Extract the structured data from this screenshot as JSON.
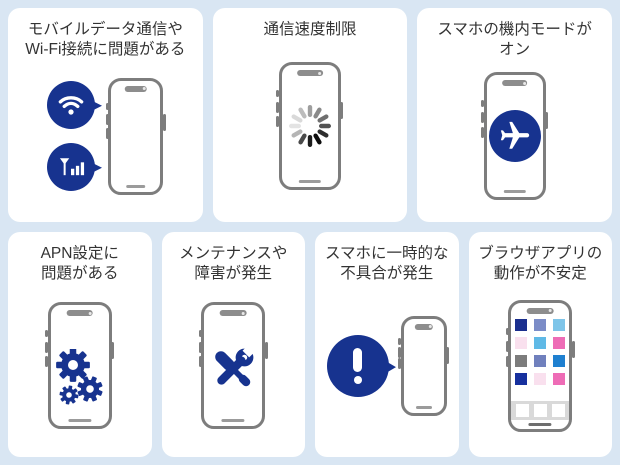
{
  "page": {
    "background": "#d9e6f3",
    "panel_background": "#ffffff"
  },
  "colors": {
    "navy": "#17338f",
    "phone_frame": "#7d7d7d",
    "title_text": "#333333",
    "dock_gray": "#d9d9d9"
  },
  "panels": [
    {
      "id": "mobile-data-wifi",
      "title_lines": [
        "モバイルデータ通信や",
        "Wi-Fi接続に問題がある"
      ],
      "icons": [
        "wifi-icon",
        "cellular-signal-icon",
        "smartphone"
      ]
    },
    {
      "id": "speed-limit",
      "title_lines": [
        "通信速度制限"
      ],
      "icons": [
        "loading-spinner-icon",
        "smartphone"
      ]
    },
    {
      "id": "airplane-mode",
      "title_lines": [
        "スマホの機内モードが",
        "オン"
      ],
      "icons": [
        "airplane-icon",
        "smartphone"
      ]
    },
    {
      "id": "apn-settings",
      "title_lines": [
        "APN設定に",
        "問題がある"
      ],
      "icons": [
        "gears-icon",
        "smartphone"
      ]
    },
    {
      "id": "maintenance",
      "title_lines": [
        "メンテナンスや",
        "障害が発生"
      ],
      "icons": [
        "tools-icon",
        "smartphone"
      ]
    },
    {
      "id": "temporary-glitch",
      "title_lines": [
        "スマホに一時的な",
        "不具合が発生"
      ],
      "icons": [
        "exclamation-icon",
        "smartphone"
      ]
    },
    {
      "id": "browser-unstable",
      "title_lines": [
        "ブラウザアプリの",
        "動作が不安定"
      ],
      "icons": [
        "app-grid-icon",
        "smartphone"
      ]
    }
  ],
  "app_grid": {
    "tiles": [
      "#1b2f8e",
      "#7b8cc7",
      "#7ec5e9",
      "#f9e0ee",
      "#5fb9e6",
      "#ee6cb6",
      "#7c7c7c",
      "#7080bd",
      "#1f80d0",
      "#17309e",
      "#f9e0ee",
      "#ee6cb6"
    ]
  }
}
